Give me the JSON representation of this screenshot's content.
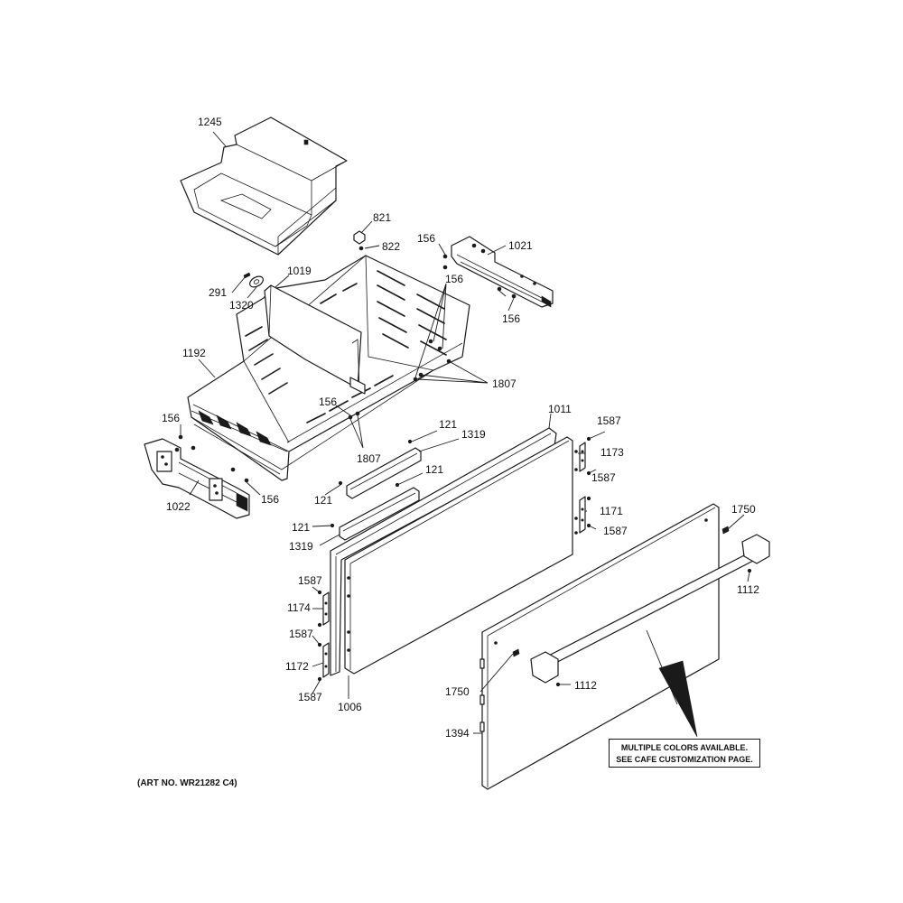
{
  "labels": [
    {
      "id": "l1245",
      "text": "1245"
    },
    {
      "id": "l821",
      "text": "821"
    },
    {
      "id": "l822",
      "text": "822"
    },
    {
      "id": "l156a",
      "text": "156"
    },
    {
      "id": "l1021",
      "text": "1021"
    },
    {
      "id": "l291",
      "text": "291"
    },
    {
      "id": "l1019",
      "text": "1019"
    },
    {
      "id": "l156b",
      "text": "156"
    },
    {
      "id": "l1320",
      "text": "1320"
    },
    {
      "id": "l156c",
      "text": "156"
    },
    {
      "id": "l1192",
      "text": "1192"
    },
    {
      "id": "l1807a",
      "text": "1807"
    },
    {
      "id": "l156d",
      "text": "156"
    },
    {
      "id": "l1011",
      "text": "1011"
    },
    {
      "id": "l156e",
      "text": "156"
    },
    {
      "id": "l121a",
      "text": "121"
    },
    {
      "id": "l1587a",
      "text": "1587"
    },
    {
      "id": "l1319a",
      "text": "1319"
    },
    {
      "id": "l1173",
      "text": "1173"
    },
    {
      "id": "l1807b",
      "text": "1807"
    },
    {
      "id": "l121b",
      "text": "121"
    },
    {
      "id": "l1587b",
      "text": "1587"
    },
    {
      "id": "l1022",
      "text": "1022"
    },
    {
      "id": "l156f",
      "text": "156"
    },
    {
      "id": "l121c",
      "text": "121"
    },
    {
      "id": "l1171",
      "text": "1171"
    },
    {
      "id": "l1750a",
      "text": "1750"
    },
    {
      "id": "l121d",
      "text": "121"
    },
    {
      "id": "l1587c",
      "text": "1587"
    },
    {
      "id": "l1319b",
      "text": "1319"
    },
    {
      "id": "l1587d",
      "text": "1587"
    },
    {
      "id": "l1112a",
      "text": "1112"
    },
    {
      "id": "l1174",
      "text": "1174"
    },
    {
      "id": "l1587e",
      "text": "1587"
    },
    {
      "id": "l1172",
      "text": "1172"
    },
    {
      "id": "l1750b",
      "text": "1750"
    },
    {
      "id": "l1112b",
      "text": "1112"
    },
    {
      "id": "l1587f",
      "text": "1587"
    },
    {
      "id": "l1006",
      "text": "1006"
    },
    {
      "id": "l1394",
      "text": "1394"
    }
  ],
  "note": {
    "line1": "MULTIPLE COLORS AVAILABLE.",
    "line2": "SEE CAFE CUSTOMIZATION PAGE."
  },
  "art_number": "(ART NO. WR21282 C4)"
}
